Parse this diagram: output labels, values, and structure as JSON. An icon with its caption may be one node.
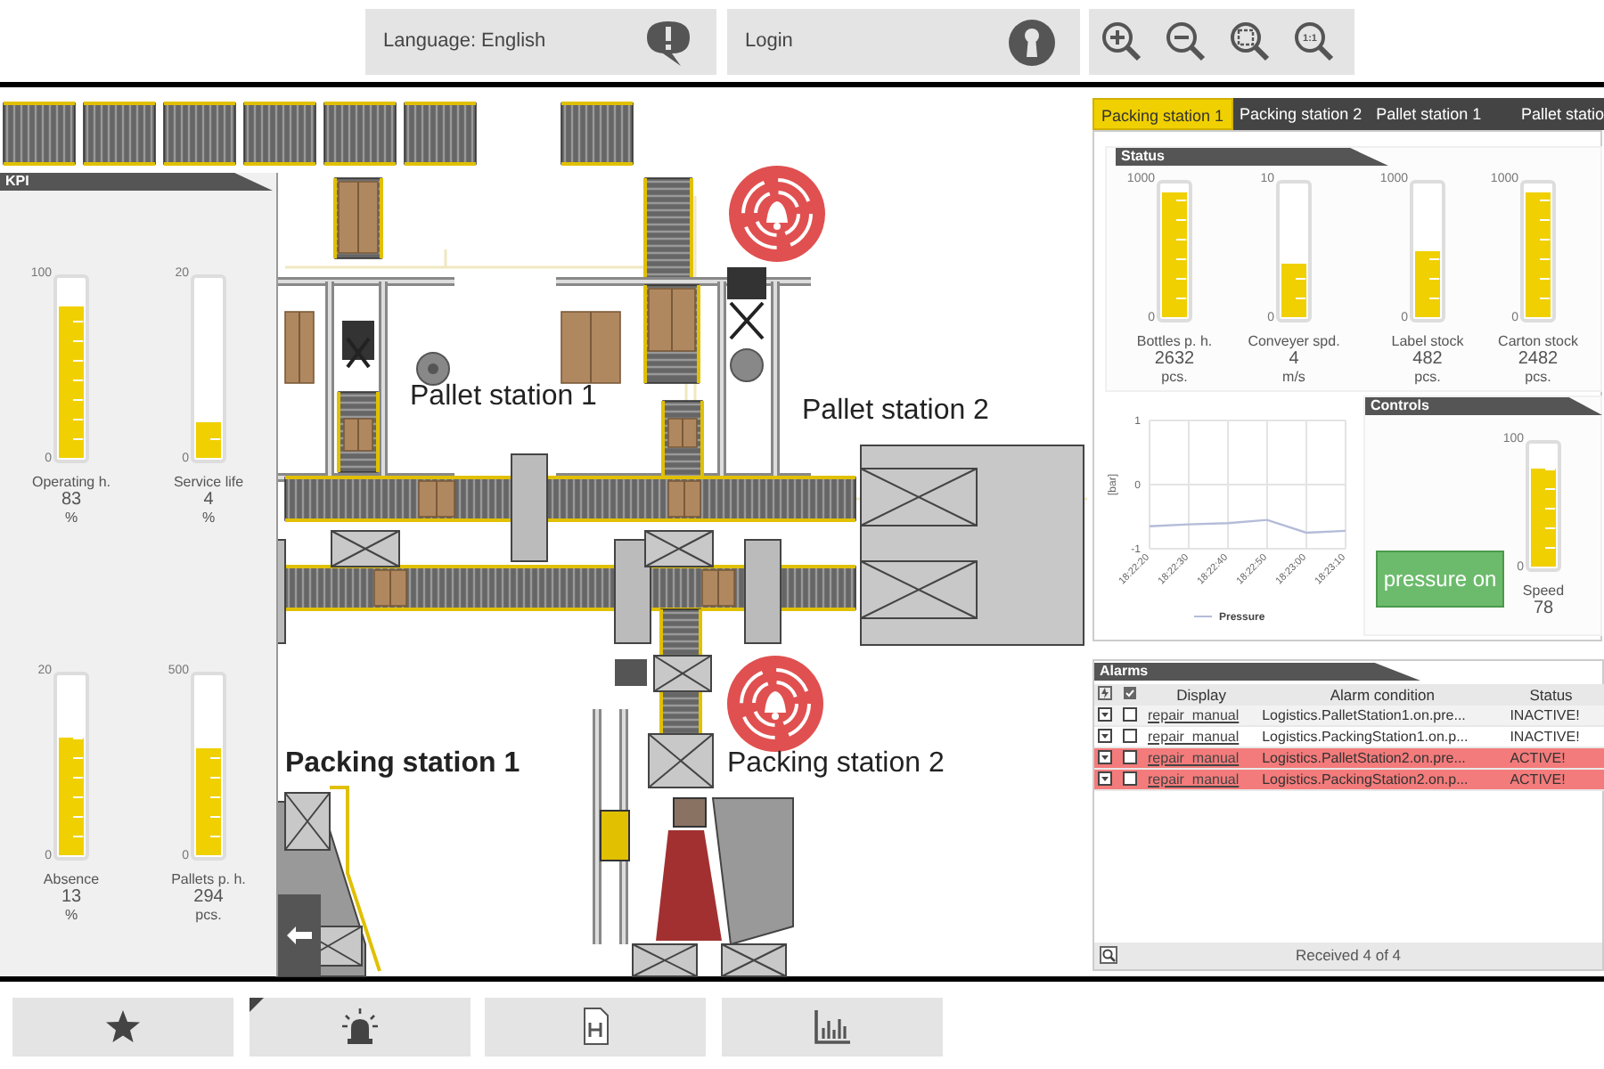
{
  "diagram": {
    "nodes": [
      {
        "text": [
          "Language: English"
        ]
      },
      {
        "text": [
          "Login"
        ]
      },
      {
        "text": [
          "KPI"
        ]
      },
      {
        "text": [
          "Operating h.",
          "83",
          "%"
        ],
        "beside": [
          "100",
          "0"
        ],
        "in": 2
      },
      {
        "text": [
          "Service life",
          "4",
          "%"
        ],
        "beside": [
          "20",
          "0"
        ],
        "in": 2
      },
      {
        "text": [
          "Absence",
          "13",
          "%"
        ],
        "beside": [
          "20",
          "0"
        ],
        "in": 2
      },
      {
        "text": [
          "Pallets p. h.",
          "294",
          "pcs."
        ],
        "beside": [
          "500",
          "0"
        ],
        "in": 2
      },
      {
        "text": [
          "Status"
        ]
      },
      {
        "text": [
          "Bottles p. h.",
          "2632",
          "pcs."
        ],
        "beside": [
          "1000",
          "0"
        ],
        "in": 7
      },
      {
        "text": [
          "Conveyer spd.",
          "4",
          "m/s"
        ],
        "beside": [
          "10",
          "0"
        ],
        "in": 7
      },
      {
        "text": [
          "Label stock",
          "482",
          "pcs."
        ],
        "beside": [
          "1000",
          "0"
        ],
        "in": 7
      },
      {
        "text": [
          "Carton stock",
          "2482",
          "pcs."
        ],
        "beside": [
          "1000",
          "0"
        ],
        "in": 7
      },
      {
        "text": [
          "Controls"
        ]
      },
      {
        "text": [
          "pressure on"
        ],
        "in": 12
      },
      {
        "text": [
          "Speed",
          "78"
        ],
        "beside": [
          "100",
          "0"
        ],
        "in": 12
      },
      {
        "text": [
          "Alarms"
        ]
      }
    ],
    "labels": [
      "1:1",
      "Packing station 1",
      "Packing station 2",
      "Pallet station 1",
      "Pallet statio",
      "Pallet station 1",
      "Pallet station 2",
      "Packing station 1",
      "Packing station 2",
      "Display",
      "Alarm condition",
      "Status",
      "repair_manual",
      "Logistics.PalletStation1.on.pre...",
      "INACTIVE!",
      "repair_manual",
      "Logistics.PackingStation1.on.p...",
      "INACTIVE!",
      "repair_manual",
      "Logistics.PalletStation2.on.pre...",
      "ACTIVE!",
      "repair_manual",
      "Logistics.PackingStation2.on.p...",
      "ACTIVE!",
      "Received 4 of 4"
    ],
    "chart_data": {
      "type": "line",
      "ylabel": "[bar]",
      "x": [
        "18:22:20",
        "18:22:30",
        "18:22:40",
        "18:22:50",
        "18:23:00",
        "18:23:10"
      ],
      "yticks": [
        -1,
        0,
        1
      ],
      "ylim": [
        -1,
        1
      ],
      "series": [
        {
          "name": "Pressure",
          "color": "#b4bcd8",
          "values": [
            -0.65,
            -0.62,
            -0.6,
            -0.55,
            -0.75,
            -0.72
          ]
        }
      ]
    }
  }
}
